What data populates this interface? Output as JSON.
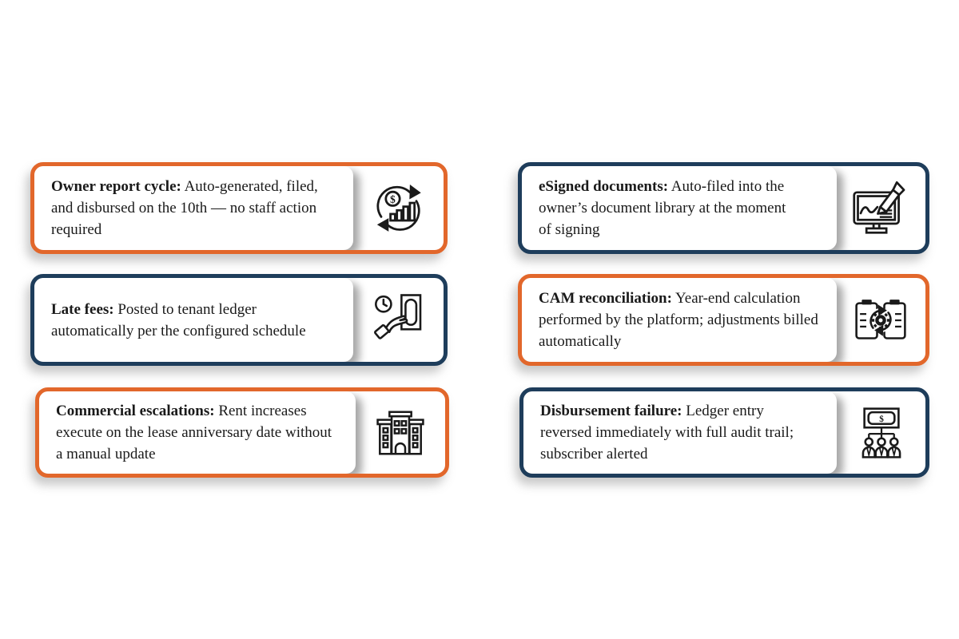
{
  "page": {
    "background": "#ffffff"
  },
  "colors": {
    "orange": "#E2672B",
    "navy": "#1E3D5B",
    "ink": "#1a1a1a"
  },
  "cards": [
    {
      "id": "owner-report-cycle",
      "accent": "orange",
      "title": "Owner report cycle:",
      "body": "Auto-generated, filed, and disbursed on the 10th — no staff action required",
      "icon": "report-cycle-icon"
    },
    {
      "id": "late-fees",
      "accent": "navy",
      "title": "Late fees:",
      "body": "Posted to tenant ledger automatically per the configured schedule",
      "icon": "late-fee-payment-icon"
    },
    {
      "id": "commercial-escalations",
      "accent": "orange",
      "title": "Commercial escalations:",
      "body": "Rent increases execute on the lease anniversary date without a manual update",
      "icon": "building-icon"
    },
    {
      "id": "esigned-documents",
      "accent": "navy",
      "title": "eSigned documents:",
      "body": "Auto-filed into the owner’s document library at the moment of signing",
      "icon": "esign-monitor-icon"
    },
    {
      "id": "cam-reconciliation",
      "accent": "orange",
      "title": "CAM reconciliation:",
      "body": "Year-end calculation performed by the platform; adjustments billed automatically",
      "icon": "reconciliation-sync-icon"
    },
    {
      "id": "disbursement-failure",
      "accent": "navy",
      "title": "Disbursement failure:",
      "body": "Ledger entry reversed immediately with full audit trail; subscriber alerted",
      "icon": "disbursement-tree-icon"
    }
  ]
}
